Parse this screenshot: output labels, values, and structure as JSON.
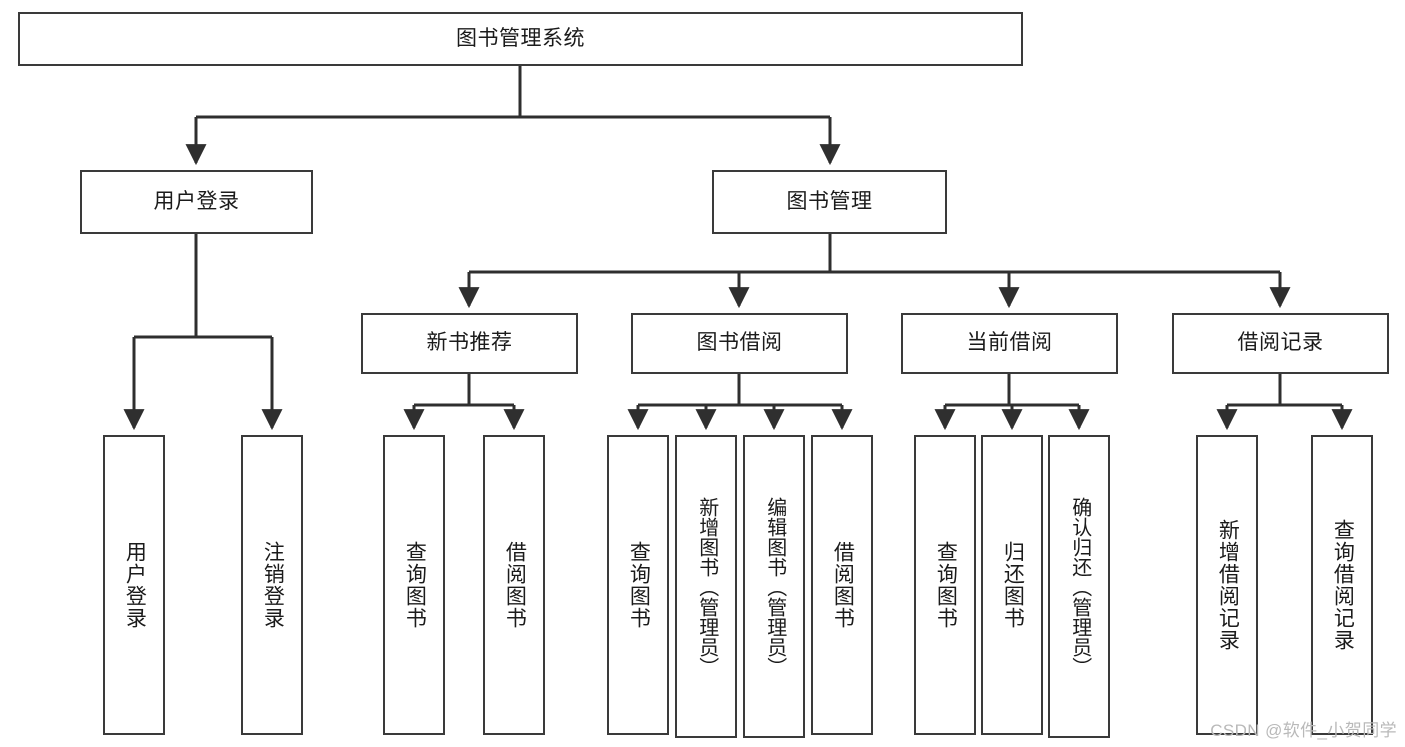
{
  "diagram": {
    "title": "图书管理系统",
    "type": "tree",
    "colors": {
      "box_border": "#3a3a3a",
      "box_fill": "#ffffff",
      "connector": "#2f2f2f",
      "text": "#1b1b1b",
      "watermark": "#b9b9b9"
    },
    "root": {
      "label": "图书管理系统"
    },
    "level2": [
      {
        "label": "用户登录"
      },
      {
        "label": "图书管理"
      }
    ],
    "level3": [
      {
        "label": "新书推荐"
      },
      {
        "label": "图书借阅"
      },
      {
        "label": "当前借阅"
      },
      {
        "label": "借阅记录"
      }
    ],
    "leaves": {
      "user_login": [
        {
          "label": "用户登录"
        },
        {
          "label": "注销登录"
        }
      ],
      "new_book_recommend": [
        {
          "label": "查询图书"
        },
        {
          "label": "借阅图书"
        }
      ],
      "book_borrow": [
        {
          "label": "查询图书"
        },
        {
          "label": "新增图书（管理员）"
        },
        {
          "label": "编辑图书（管理员）"
        },
        {
          "label": "借阅图书"
        }
      ],
      "current_borrow": [
        {
          "label": "查询图书"
        },
        {
          "label": "归还图书"
        },
        {
          "label": "确认归还（管理员）"
        }
      ],
      "borrow_record": [
        {
          "label": "新增借阅记录"
        },
        {
          "label": "查询借阅记录"
        }
      ]
    }
  },
  "watermark": {
    "text": "CSDN @软件_小贺同学"
  }
}
